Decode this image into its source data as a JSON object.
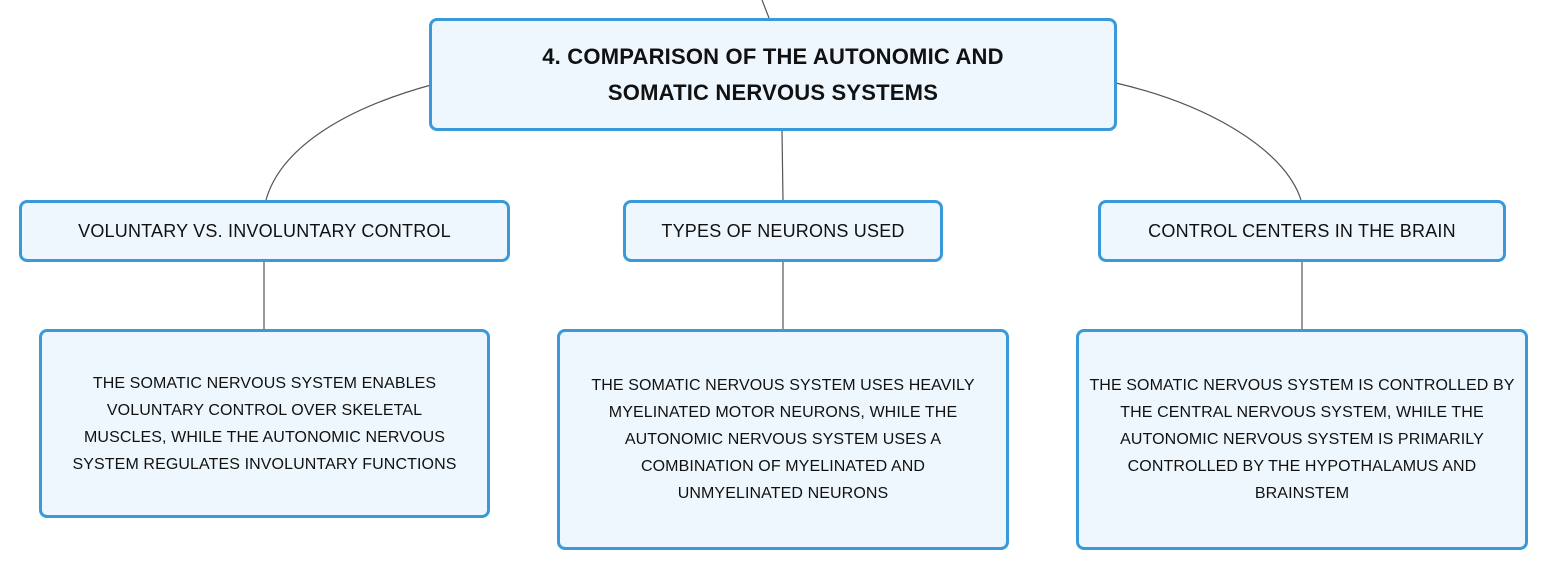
{
  "root": {
    "label": "4. COMPARISON OF THE AUTONOMIC AND SOMATIC NERVOUS SYSTEMS"
  },
  "branches": [
    {
      "label": "VOLUNTARY VS. INVOLUNTARY CONTROL",
      "detail": "THE SOMATIC NERVOUS SYSTEM ENABLES VOLUNTARY CONTROL OVER SKELETAL MUSCLES, WHILE THE AUTONOMIC NERVOUS SYSTEM REGULATES INVOLUNTARY FUNCTIONS"
    },
    {
      "label": "TYPES OF NEURONS USED",
      "detail": "THE SOMATIC NERVOUS SYSTEM USES HEAVILY MYELINATED MOTOR NEURONS, WHILE THE AUTONOMIC NERVOUS SYSTEM USES A COMBINATION OF MYELINATED AND UNMYELINATED NEURONS"
    },
    {
      "label": "CONTROL CENTERS IN THE BRAIN",
      "detail": "THE SOMATIC NERVOUS SYSTEM IS CONTROLLED BY THE CENTRAL NERVOUS SYSTEM, WHILE THE AUTONOMIC NERVOUS SYSTEM IS PRIMARILY CONTROLLED BY THE HYPOTHALAMUS AND BRAINSTEM"
    }
  ],
  "colors": {
    "node_border": "#3a9ad9",
    "node_fill": "#eef7fd",
    "connector": "#555555",
    "text": "#111111"
  }
}
